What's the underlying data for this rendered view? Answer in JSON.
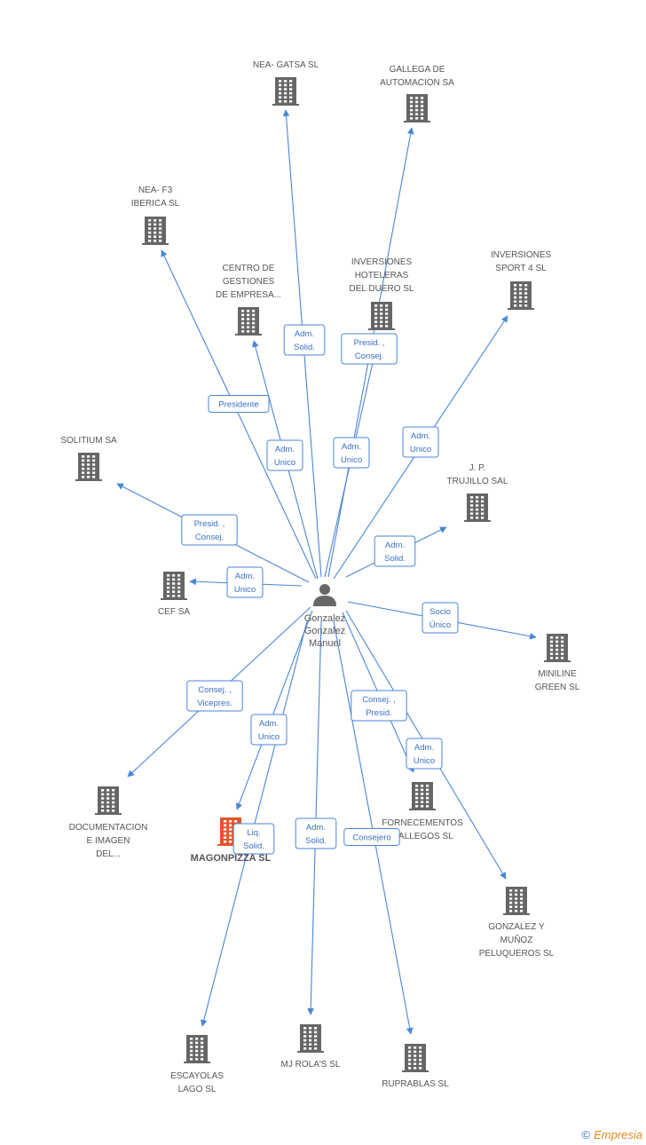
{
  "colors": {
    "edge": "#4a86d6",
    "building": "#666666",
    "building_highlight": "#e8532b",
    "role_text": "#3a6fc4",
    "role_border": "#4a86d6",
    "person": "#666666"
  },
  "person": {
    "icon": "person-icon",
    "lines": [
      "Gonzalez",
      "Gonzalez",
      "Manuel"
    ]
  },
  "companies": [
    {
      "id": "nea-gatsa",
      "lines": [
        "NEA- GATSA SL"
      ],
      "label_above": true
    },
    {
      "id": "gallega",
      "lines": [
        "GALLEGA DE",
        "AUTOMACION SA"
      ],
      "label_above": true
    },
    {
      "id": "nea-f3",
      "lines": [
        "NEA- F3",
        "IBERICA SL"
      ],
      "label_above": true
    },
    {
      "id": "centro",
      "lines": [
        "CENTRO DE",
        "GESTIONES",
        "DE EMPRESA..."
      ],
      "label_above": true
    },
    {
      "id": "inv-hoteleras",
      "lines": [
        "INVERSIONES",
        "HOTELERAS",
        "DEL DUERO SL"
      ],
      "label_above": true
    },
    {
      "id": "inv-sport",
      "lines": [
        "INVERSIONES",
        "SPORT 4 SL"
      ],
      "label_above": true
    },
    {
      "id": "solitium",
      "lines": [
        "SOLITIUM SA"
      ],
      "label_above": true
    },
    {
      "id": "jp-trujillo",
      "lines": [
        "J. P.",
        "TRUJILLO SAL"
      ],
      "label_above": true
    },
    {
      "id": "cef",
      "lines": [
        "CEF SA"
      ],
      "label_above": false
    },
    {
      "id": "miniline",
      "lines": [
        "MINILINE",
        "GREEN SL"
      ],
      "label_above": false
    },
    {
      "id": "documentacion",
      "lines": [
        "DOCUMENTACION",
        "E IMAGEN",
        "DEL..."
      ],
      "label_above": false
    },
    {
      "id": "magonpizza",
      "lines": [
        "MAGONPIZZA SL"
      ],
      "label_above": false,
      "highlight": true
    },
    {
      "id": "fornecementos",
      "lines": [
        "FORNECEMENTOS",
        "GALLEGOS SL"
      ],
      "label_above": false
    },
    {
      "id": "gonzalez-munoz",
      "lines": [
        "GONZALEZ Y",
        "MUÑOZ",
        "PELUQUEROS SL"
      ],
      "label_above": false
    },
    {
      "id": "escayolas",
      "lines": [
        "ESCAYOLAS",
        "LAGO SL"
      ],
      "label_above": false
    },
    {
      "id": "mj-rolas",
      "lines": [
        "MJ ROLA'S SL"
      ],
      "label_above": false
    },
    {
      "id": "ruprablas",
      "lines": [
        "RUPRABLAS SL"
      ],
      "label_above": false
    }
  ],
  "roles": [
    {
      "target": "nea-gatsa",
      "lines": [
        "Adm.",
        "Solid."
      ]
    },
    {
      "target": "gallega",
      "lines": [
        "Adm.",
        "Unico"
      ]
    },
    {
      "target": "nea-f3",
      "lines": [
        "Presidente"
      ]
    },
    {
      "target": "centro",
      "lines": [
        "Adm.",
        "Unico"
      ]
    },
    {
      "target": "inv-hoteleras",
      "lines": [
        "Presid. ,",
        "Consej."
      ]
    },
    {
      "target": "inv-sport",
      "lines": [
        "Adm.",
        "Unico"
      ]
    },
    {
      "target": "solitium",
      "lines": [
        "Presid. ,",
        "Consej."
      ]
    },
    {
      "target": "jp-trujillo",
      "lines": [
        "Adm.",
        "Solid."
      ]
    },
    {
      "target": "cef",
      "lines": [
        "Adm.",
        "Unico"
      ]
    },
    {
      "target": "miniline",
      "lines": [
        "Socio",
        "Único"
      ]
    },
    {
      "target": "documentacion",
      "lines": [
        "Consej. ,",
        "Vicepres."
      ]
    },
    {
      "target": "magonpizza",
      "lines": [
        "Adm.",
        "Unico"
      ]
    },
    {
      "target": "escayolas",
      "lines": [
        "Liq.",
        "Solid."
      ]
    },
    {
      "target": "fornecementos",
      "lines": [
        "Consej. ,",
        "Presid."
      ]
    },
    {
      "target": "gonzalez-munoz",
      "lines": [
        "Adm.",
        "Unico"
      ]
    },
    {
      "target": "mj-rolas",
      "lines": [
        "Adm.",
        "Solid."
      ]
    },
    {
      "target": "ruprablas",
      "lines": [
        "Consejero"
      ]
    }
  ],
  "footer": {
    "copyright": "©",
    "brand": "Empresia"
  }
}
